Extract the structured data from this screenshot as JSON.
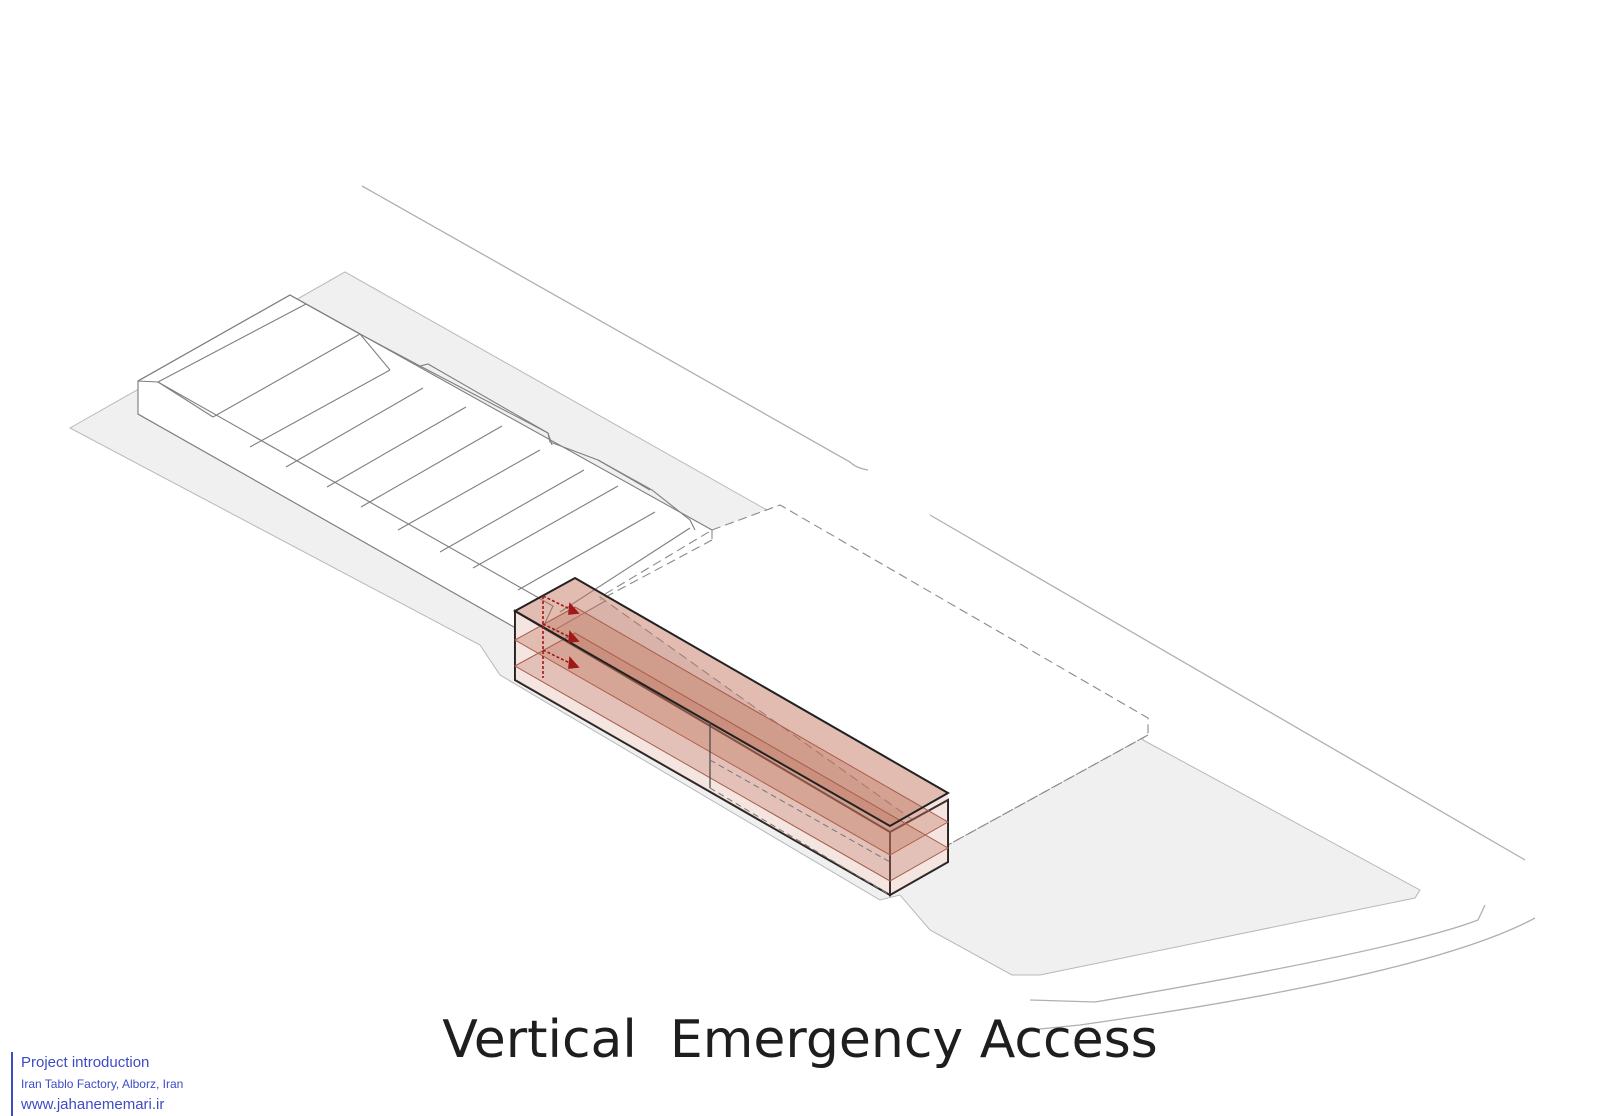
{
  "diagram": {
    "title": "Vertical  Emergency Access"
  },
  "credits": {
    "line1": "Project introduction",
    "line2": "Iran Tablo Factory, Alborz, Iran",
    "line3": "www.jahanememari.ir"
  },
  "colors": {
    "ground": "#f0f0f0",
    "line": "#8a8a8a",
    "accent": "#c0705a",
    "arrow": "#a01818",
    "credit": "#3d4cc4"
  }
}
